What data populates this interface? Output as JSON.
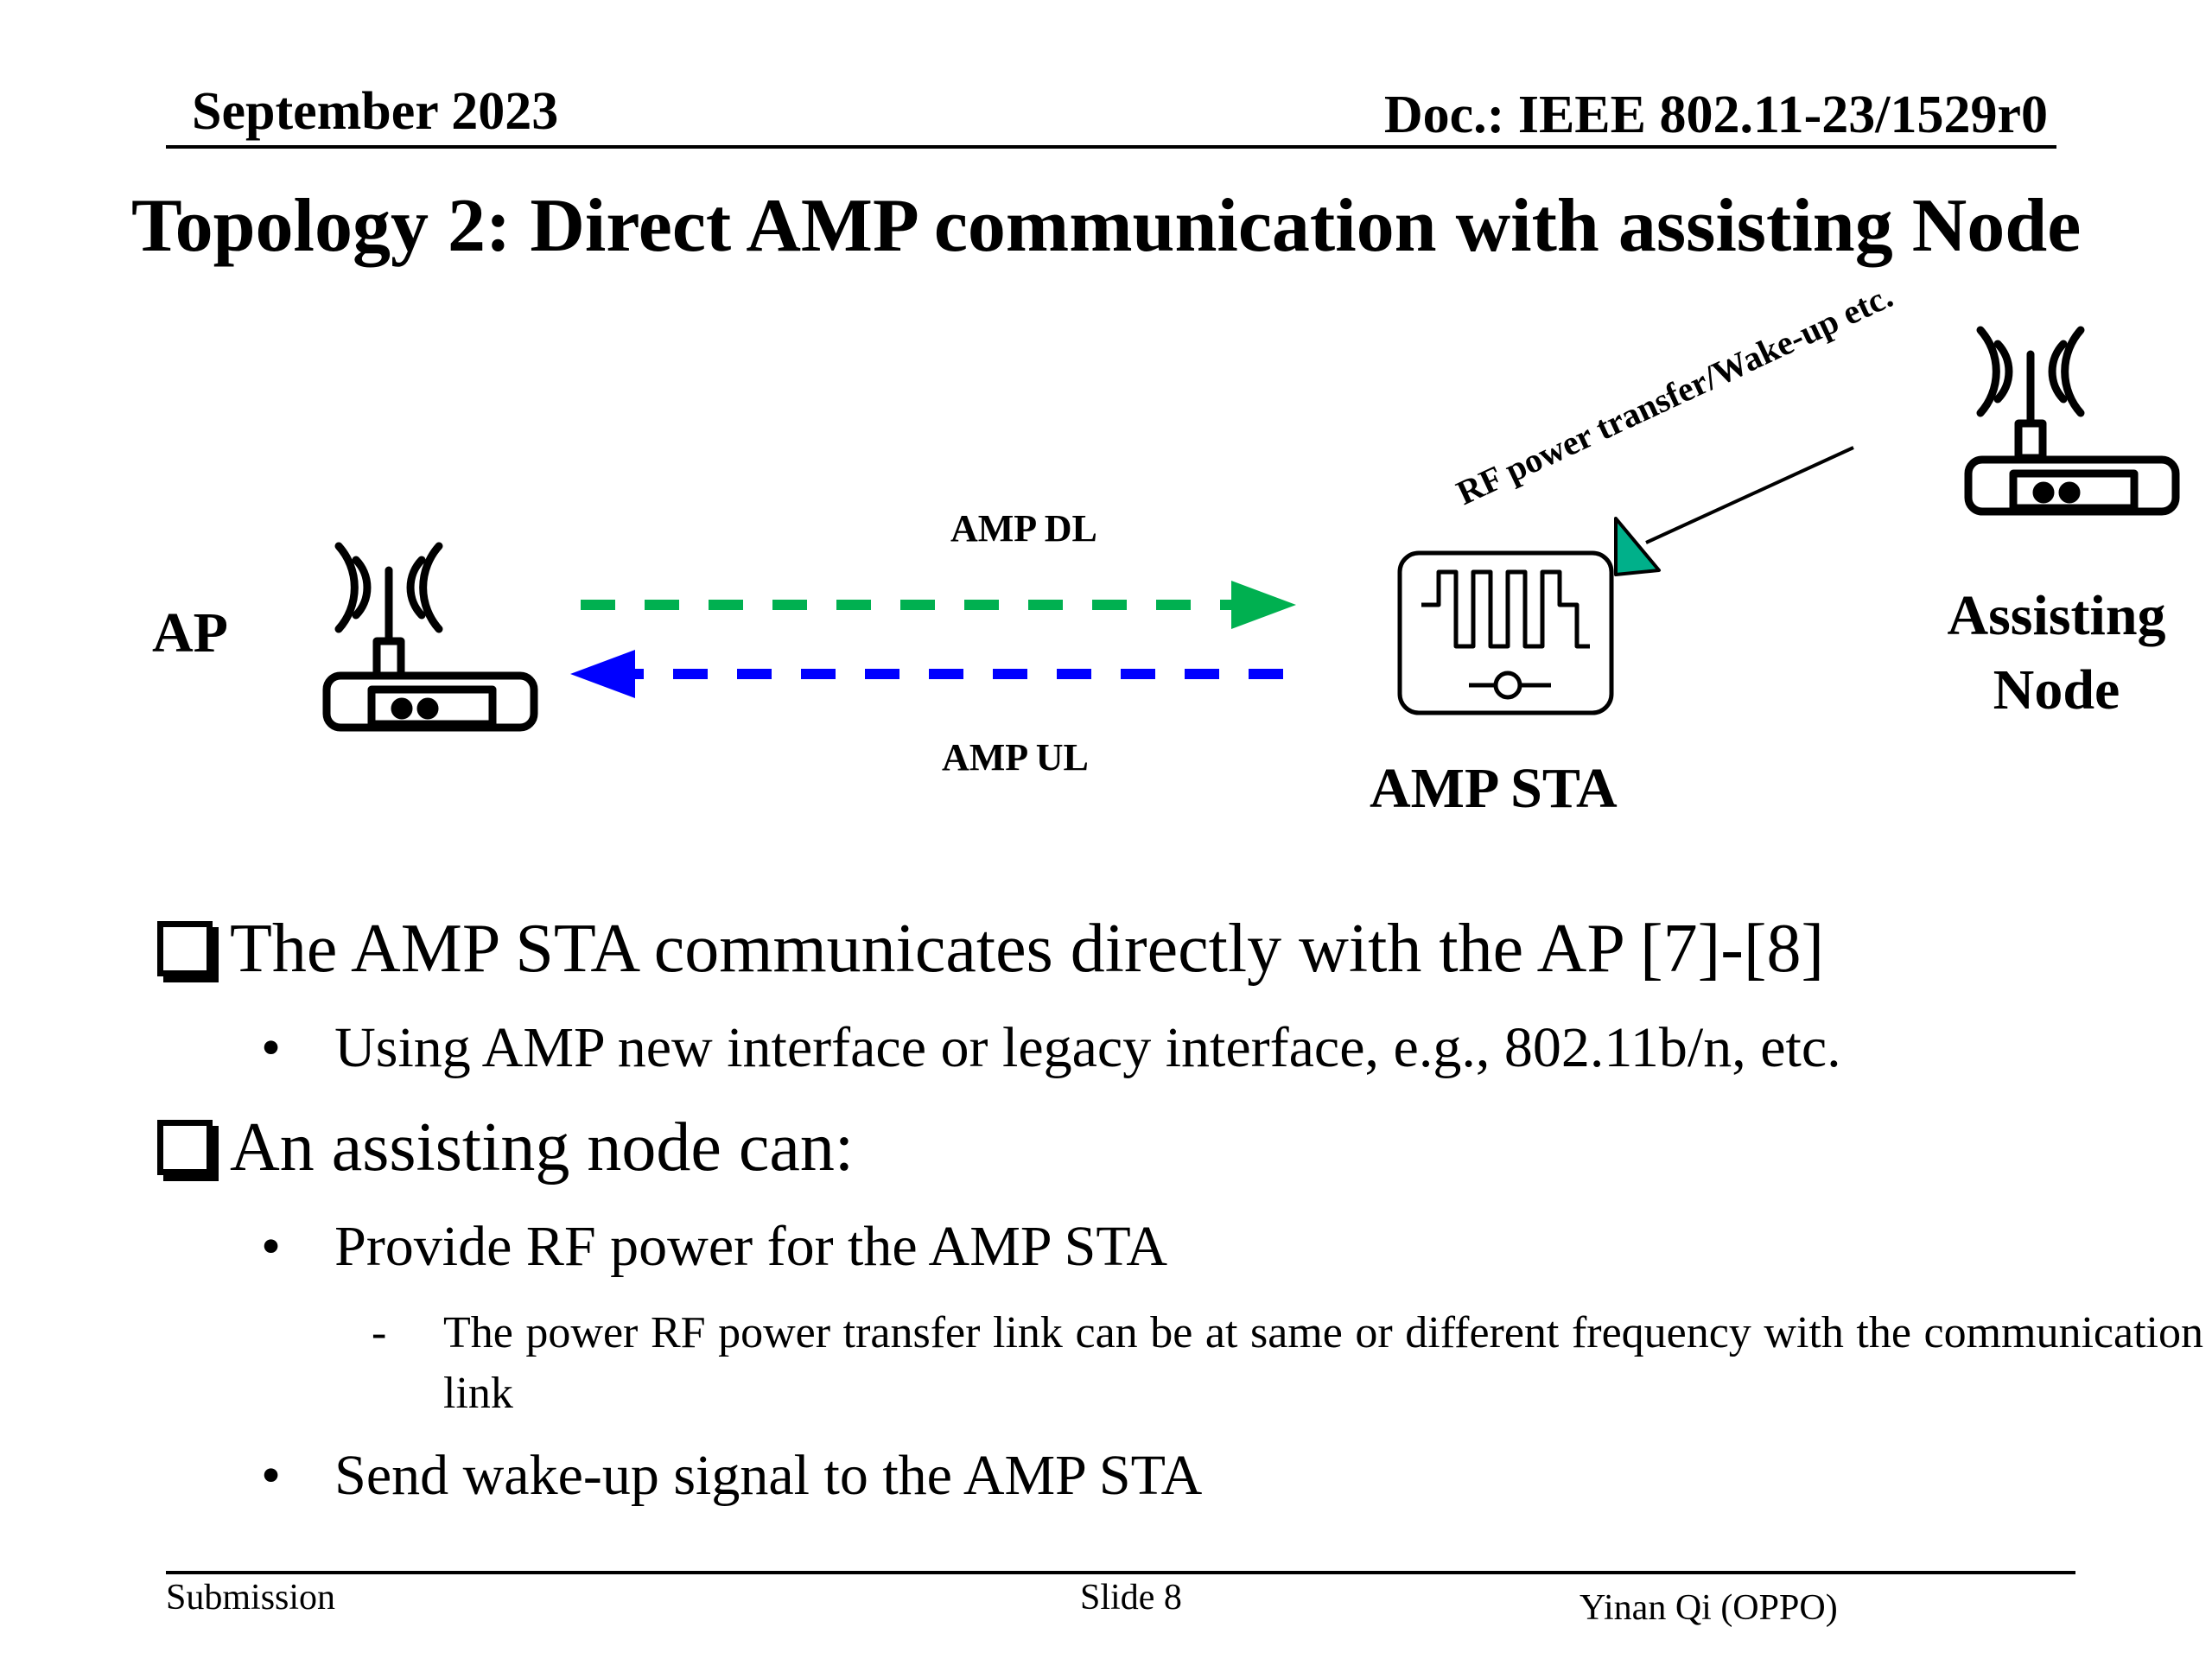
{
  "header": {
    "date": "September 2023",
    "doc": "Doc.: IEEE 802.11-23/1529r0"
  },
  "title": "Topology 2: Direct AMP communication with assisting Node",
  "diagram": {
    "ap_label": "AP",
    "dl_label": "AMP DL",
    "ul_label": "AMP UL",
    "sta_label": "AMP STA",
    "assist_label_line1": "Assisting",
    "assist_label_line2": "Node",
    "rf_label": "RF power transfer/Wake-up etc.",
    "colors": {
      "dl": "#00b050",
      "ul": "#0000ff",
      "rf_arrowhead": "#00b08a"
    }
  },
  "bullets": {
    "b1": "The AMP STA communicates directly with the AP [7]-[8]",
    "b1_sub1": "Using AMP new interface or legacy interface, e.g., 802.11b/n, etc.",
    "b2": "An assisting node can:",
    "b2_sub1": "Provide RF power for the AMP STA",
    "b2_sub1_dash": "The power RF power transfer link can be at same or different frequency with the communication link",
    "b2_sub2": "Send wake-up signal to the AMP STA",
    "bullet_char": "•",
    "dash_char": "-"
  },
  "footer": {
    "left": "Submission",
    "center": "Slide 8",
    "right": "Yinan Qi (OPPO)"
  }
}
